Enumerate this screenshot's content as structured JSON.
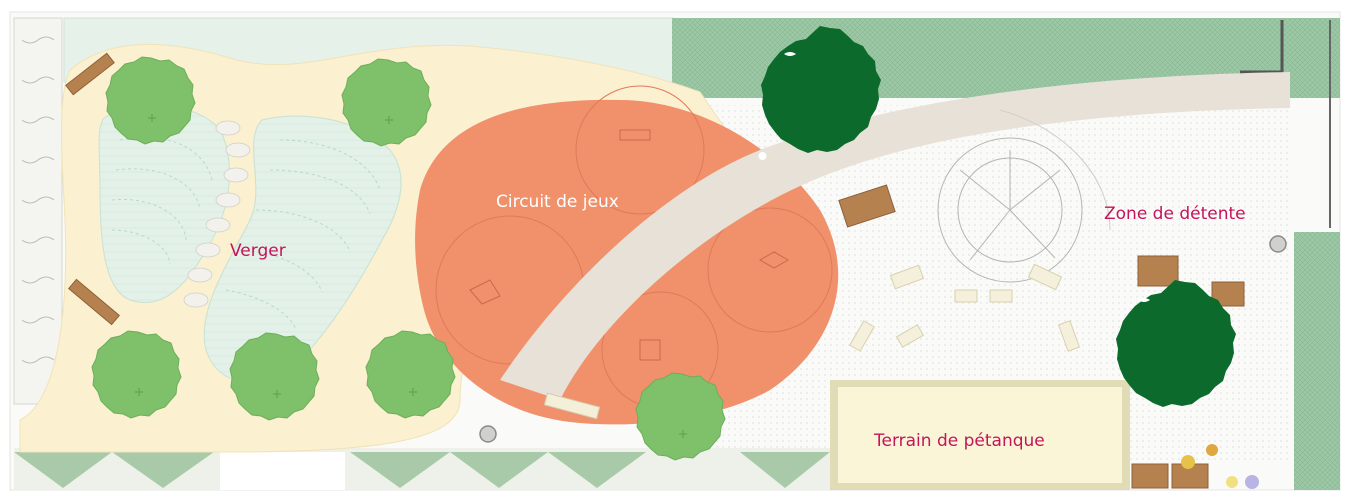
{
  "plan": {
    "labels": {
      "verger": "Verger",
      "circuit": "Circuit de jeux",
      "detente": "Zone de détente",
      "petanque": "Terrain de pétanque"
    },
    "colors": {
      "playground": "#f0916b",
      "orchard_lawn": "#d3ebe3",
      "sand_path": "#fbf0cf",
      "light_tree": "#7fc06a",
      "dark_tree": "#0b6a2c",
      "petanque_fill": "#fbf5d8",
      "petanque_border": "#e2dcb6",
      "magenta_label": "#c4145a",
      "white_label": "#ffffff",
      "walkway": "#e7e1d8",
      "hedge": "#8fbd9a",
      "bench": "#b5824f"
    },
    "icons": [
      "tree-icon",
      "bench-icon",
      "manhole-icon",
      "playground-equipment-icon"
    ]
  }
}
